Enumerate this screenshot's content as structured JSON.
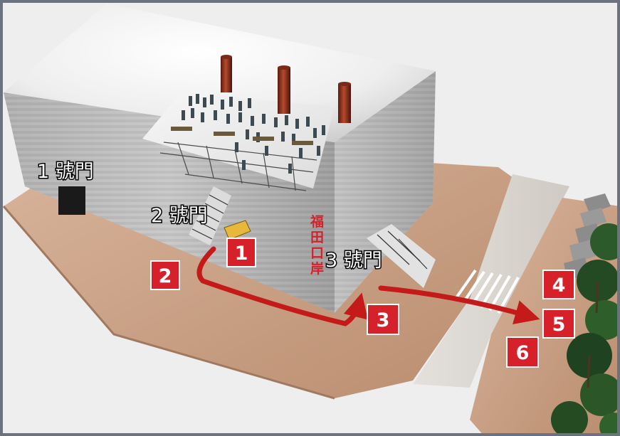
{
  "gates": {
    "gate1": "1 號門",
    "gate2": "2 號門",
    "gate3": "3 號門"
  },
  "markers": [
    "1",
    "2",
    "3",
    "4",
    "5",
    "6"
  ],
  "sign": {
    "chars": [
      "福",
      "田",
      "口",
      "岸"
    ]
  },
  "colors": {
    "marker": "#d6202a",
    "route": "#c41a1a",
    "plaza": "#c8a085",
    "frame": "#6b7280"
  }
}
